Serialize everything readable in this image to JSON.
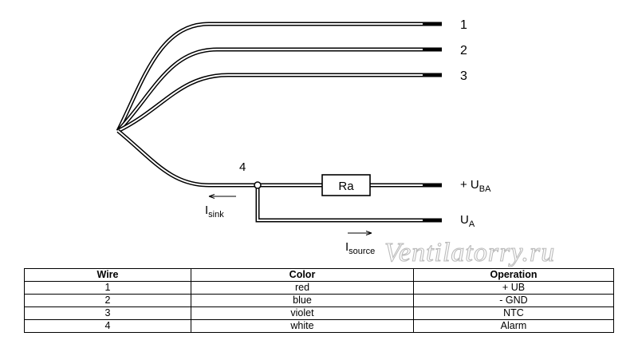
{
  "diagram": {
    "wire_labels": [
      "1",
      "2",
      "3"
    ],
    "junction_label": "4",
    "resistor_label": "Ra",
    "output_supply": {
      "prefix": "+ U",
      "subscript": "BA"
    },
    "output_signal": {
      "prefix": "U",
      "subscript": "A"
    },
    "current_sink": {
      "prefix": "I",
      "subscript": "sink"
    },
    "current_source": {
      "prefix": "I",
      "subscript": "source"
    },
    "watermark": "Ventilatorry.ru"
  },
  "table": {
    "headers": [
      "Wire",
      "Color",
      "Operation"
    ],
    "rows": [
      [
        "1",
        "red",
        "+ UB"
      ],
      [
        "2",
        "blue",
        "- GND"
      ],
      [
        "3",
        "violet",
        "NTC"
      ],
      [
        "4",
        "white",
        "Alarm"
      ]
    ]
  }
}
